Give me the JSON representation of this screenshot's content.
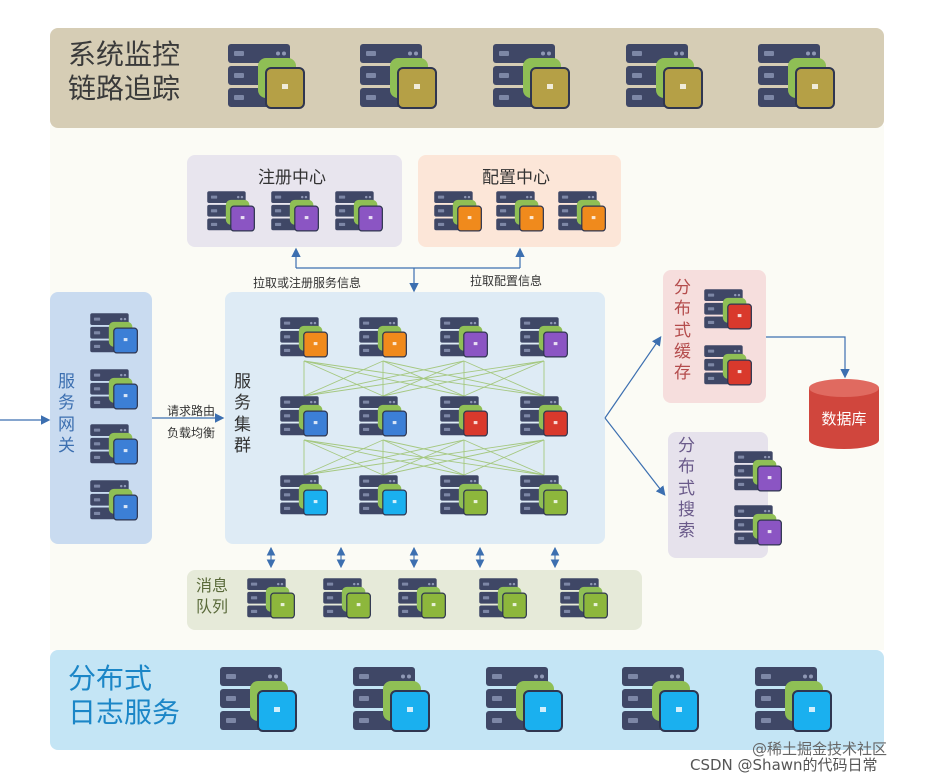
{
  "sections": {
    "monitoring": {
      "line1": "系统监控",
      "line2": "链路追踪"
    },
    "registry": {
      "title": "注册中心"
    },
    "config": {
      "title": "配置中心"
    },
    "gateway": {
      "chars": [
        "服",
        "务",
        "网",
        "关"
      ]
    },
    "cluster": {
      "chars": [
        "服",
        "务",
        "集",
        "群"
      ]
    },
    "cache": {
      "chars": [
        "分",
        "布",
        "式",
        "缓",
        "存"
      ]
    },
    "search": {
      "chars": [
        "分",
        "布",
        "式",
        "搜",
        "索"
      ]
    },
    "mq": {
      "line1": "消息",
      "line2": "队列"
    },
    "logging": {
      "line1": "分布式",
      "line2": "日志服务"
    },
    "database": {
      "label": "数据库"
    }
  },
  "labels": {
    "pull_register": "拉取或注册服务信息",
    "pull_config": "拉取配置信息",
    "route_line1": "请求路由",
    "route_line2": "负载均衡"
  },
  "watermark": {
    "line1": "@稀土掘金技术社区",
    "line2": "CSDN @Shawn的代码日常"
  },
  "colors": {
    "monitor_bg": "#d6cdb5",
    "monitor_badge": "#b5a046",
    "registry_bg": "#e8e5ee",
    "registry_badge": "#8b55c3",
    "config_bg": "#fce6d8",
    "config_badge": "#f08a1c",
    "gateway_bg": "#c9dbf0",
    "gateway_badge": "#3c7fd6",
    "cluster_bg": "#deebf5",
    "cache_bg": "#f6dedd",
    "cache_badge": "#d9392c",
    "search_bg": "#e6e2ec",
    "search_badge": "#8b55c3",
    "mq_bg": "#e6ead9",
    "mq_badge": "#8db73c",
    "logging_bg": "#c4e5f5",
    "logging_badge": "#1ab0ef",
    "database": "#d0463d"
  },
  "icons": [
    "server-icon",
    "database-icon",
    "arrow-icon"
  ]
}
